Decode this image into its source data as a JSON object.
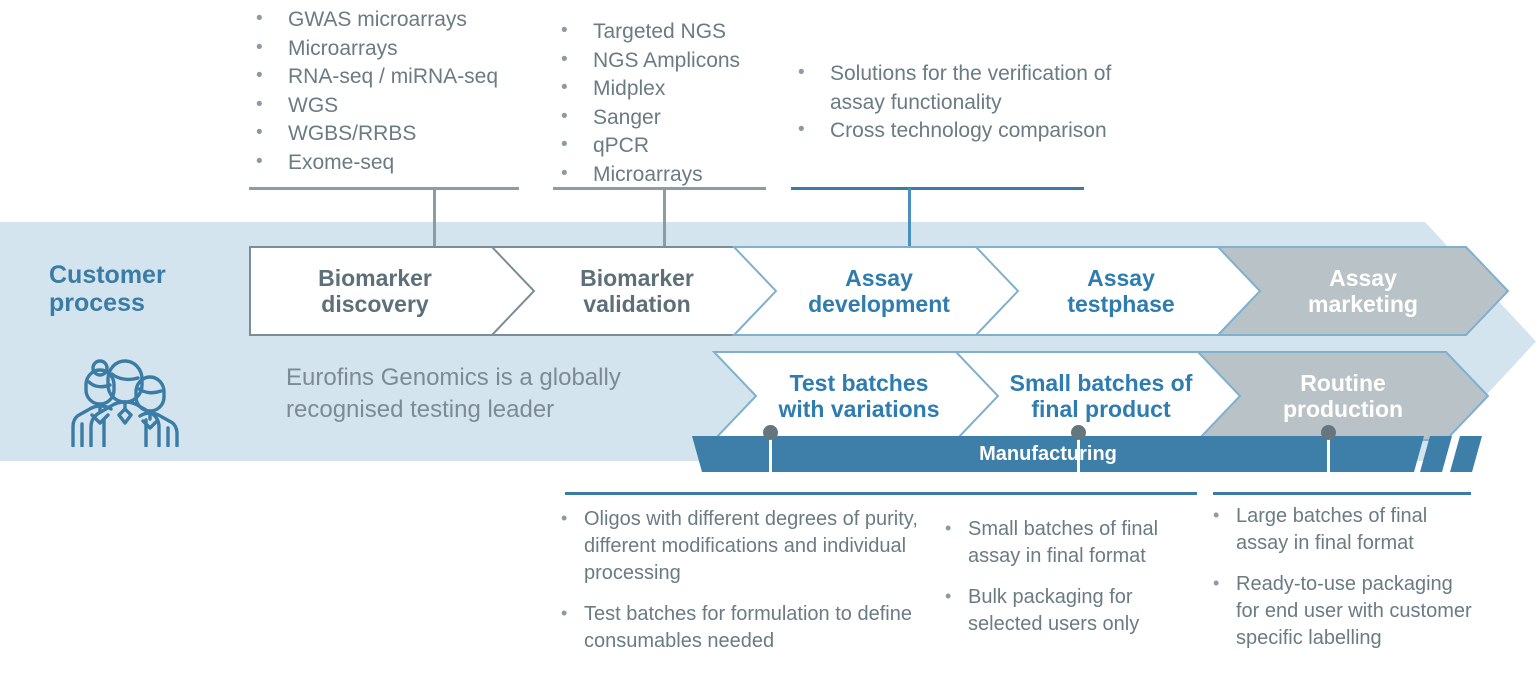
{
  "top_callouts": [
    {
      "id": "discovery-callout",
      "accent": "#8d9ba2",
      "items": [
        "GWAS microarrays",
        "Microarrays",
        "RNA-seq / miRNA-seq",
        "WGS",
        "WGBS/RRBS",
        "Exome-seq"
      ]
    },
    {
      "id": "validation-callout",
      "accent": "#8d9ba2",
      "items": [
        "Targeted NGS",
        "NGS Amplicons",
        "Midplex",
        "Sanger",
        "qPCR",
        "Microarrays"
      ]
    },
    {
      "id": "development-callout",
      "accent": "#3a7ca5",
      "items": [
        "Solutions for the verification of assay functionality",
        "Cross technology comparison"
      ]
    }
  ],
  "left": {
    "section_label_line1": "Customer",
    "section_label_line2": "process",
    "tagline_line1": "Eurofins Genomics is a globally",
    "tagline_line2": "recognised testing leader",
    "people_icon": "three-people-icon"
  },
  "process_row": {
    "steps": [
      {
        "line1": "Biomarker",
        "line2": "discovery",
        "style": "white-gray"
      },
      {
        "line1": "Biomarker",
        "line2": "validation",
        "style": "white-gray"
      },
      {
        "line1": "Assay",
        "line2": "development",
        "style": "white-blue"
      },
      {
        "line1": "Assay",
        "line2": "testphase",
        "style": "white-blue"
      },
      {
        "line1": "Assay",
        "line2": "marketing",
        "style": "gray-fill"
      }
    ]
  },
  "manufacturing_row": {
    "banner_label": "Manufacturing",
    "steps": [
      {
        "line1": "Test batches",
        "line2": "with variations",
        "style": "white-blue"
      },
      {
        "line1": "Small batches of",
        "line2": "final product",
        "style": "white-blue"
      },
      {
        "line1": "Routine",
        "line2": "production",
        "style": "gray-fill"
      }
    ]
  },
  "bottom_callouts": [
    {
      "id": "test-batches-callout",
      "accent": "#3a7ca5",
      "items": [
        "Oligos with different degrees of purity, different modifications and individual processing",
        "Test batches for formulation to define consumables needed"
      ]
    },
    {
      "id": "small-batches-callout",
      "accent": "#3a7ca5",
      "items": [
        "Small batches of final assay in final format",
        "Bulk packaging for selected users only"
      ]
    },
    {
      "id": "routine-production-callout",
      "accent": "#3a7ca5",
      "items": [
        "Large batches of final assay in final format",
        "Ready-to-use packaging for end user with customer specific labelling"
      ]
    }
  ],
  "colors": {
    "band": "#d3e4ef",
    "ribbon": "#3d7fa8",
    "gray_step": "#b9c3c7",
    "blue_text": "#2e7cb0",
    "gray_text": "#5d7079",
    "body_text": "#6b7b83"
  }
}
